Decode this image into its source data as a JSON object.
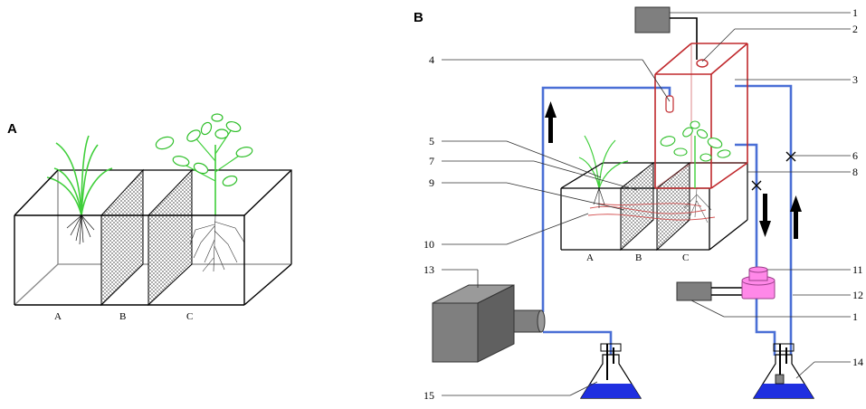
{
  "panel_a": {
    "letter": "A",
    "compartments": [
      "A",
      "B",
      "C"
    ]
  },
  "panel_b": {
    "letter": "B",
    "compartments": [
      "A",
      "B",
      "C"
    ],
    "callouts": [
      "1",
      "2",
      "3",
      "4",
      "5",
      "6",
      "7",
      "8",
      "9",
      "10",
      "11",
      "12",
      "1",
      "13",
      "14",
      "15"
    ]
  },
  "colors": {
    "tube": "#4a6fd6",
    "chamber": "#c0282c",
    "plant": "#3fcf3a",
    "pump": "#ff88e8",
    "liquid": "#1f2fe0",
    "device": "#7f7f7f"
  }
}
